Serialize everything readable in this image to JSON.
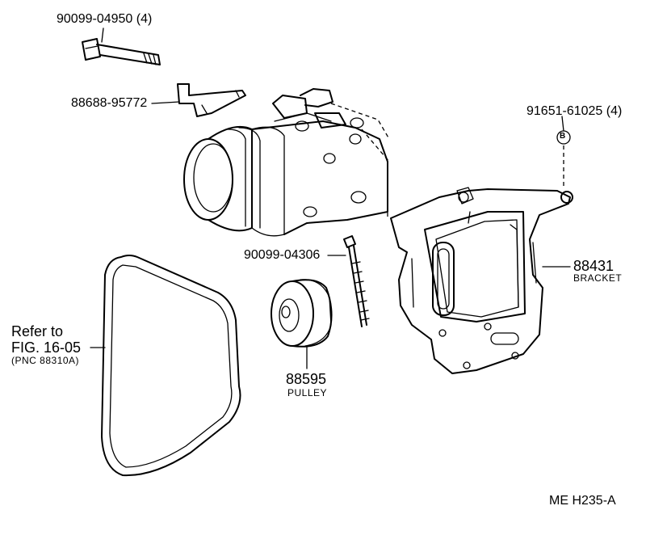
{
  "callouts": {
    "bolt_part": "90099-04950 (4)",
    "plate_part": "88688-95772",
    "nut_part": "91651-61025 (4)",
    "nut_symbol": "B",
    "stud_part": "90099-04306",
    "bracket_part": "88431",
    "bracket_name": "BRACKET",
    "pulley_part": "88595",
    "pulley_name": "PULLEY"
  },
  "reference": {
    "line1": "Refer to",
    "line2": "FIG. 16-05",
    "line3": "(PNC 88310A)"
  },
  "footer": {
    "code": "ME  H235-A"
  }
}
